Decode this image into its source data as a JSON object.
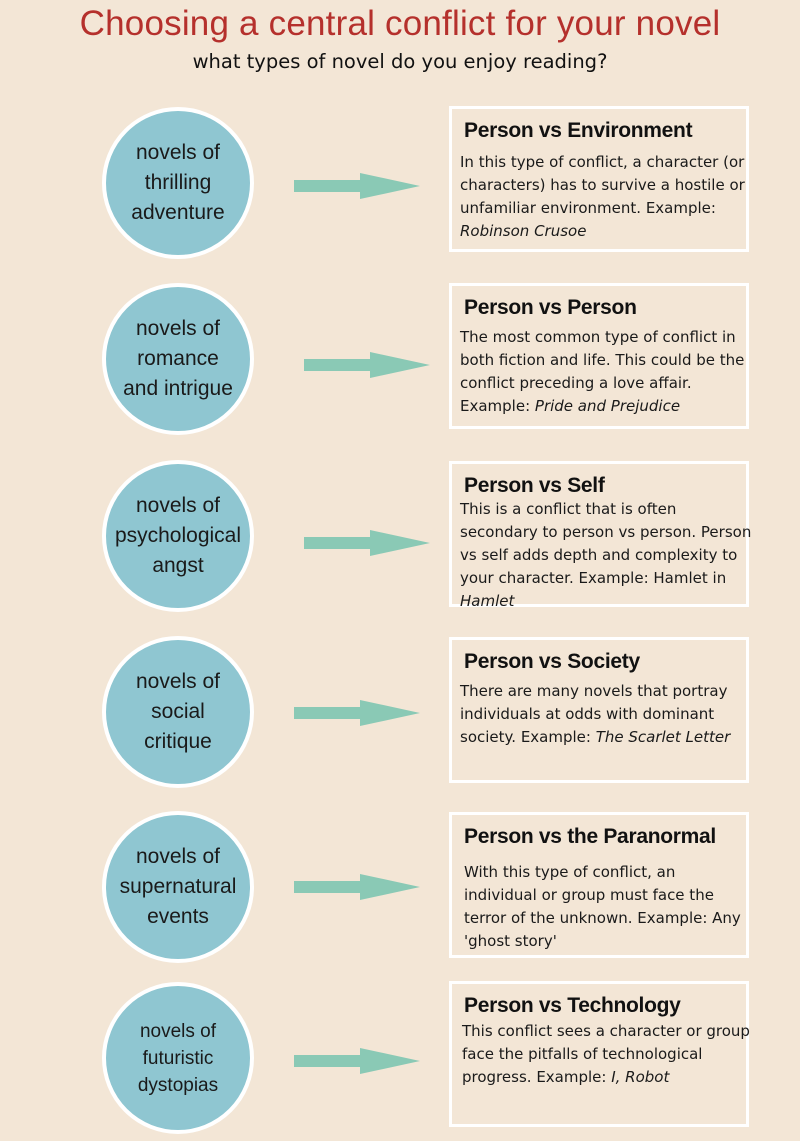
{
  "header": {
    "title": "Choosing a central conflict for your novel",
    "subtitle": "what types of novel do you enjoy reading?"
  },
  "colors": {
    "background": "#f3e6d6",
    "title": "#b5302c",
    "circle": "#8fc6d1",
    "arrow": "#8ac9b5",
    "border": "#ffffff"
  },
  "rows": [
    {
      "circle_lines": [
        "novels of",
        "thrilling",
        "adventure"
      ],
      "conflict": "Person vs Environment",
      "description": "In this type of conflict, a character (or characters) has to survive a hostile or unfamiliar environment.",
      "example_prefix": "Example: ",
      "example_title": "Robinson Crusoe"
    },
    {
      "circle_lines": [
        "novels of",
        "romance",
        "and intrigue"
      ],
      "conflict": "Person vs Person",
      "description": "The most common type of conflict in both fiction and life. This could be the conflict preceding a love affair.",
      "example_prefix": "Example: ",
      "example_title": "Pride and Prejudice"
    },
    {
      "circle_lines": [
        "novels of",
        "psychological",
        "angst"
      ],
      "conflict": "Person vs Self",
      "description": "This is a conflict that is often secondary to person vs person. Person vs self adds depth and complexity to your character.",
      "example_prefix": "Example: Hamlet in ",
      "example_title": "Hamlet"
    },
    {
      "circle_lines": [
        "novels of",
        "social",
        "critique"
      ],
      "conflict": "Person vs Society",
      "description": "There are many novels that portray individuals at odds with dominant society.",
      "example_prefix": "Example: ",
      "example_title": "The Scarlet Letter"
    },
    {
      "circle_lines": [
        "novels of",
        "supernatural",
        "events"
      ],
      "conflict": "Person vs the Paranormal",
      "description": "With this type of conflict, an individual or group must face the terror of the unknown. Example: Any 'ghost story'",
      "example_prefix": "",
      "example_title": ""
    },
    {
      "circle_lines": [
        "novels of",
        "futuristic",
        "dystopias"
      ],
      "conflict": "Person vs Technology",
      "description": "This conflict sees a character or group face the pitfalls of technological progress.",
      "example_prefix": "Example: ",
      "example_title": "I, Robot"
    }
  ]
}
